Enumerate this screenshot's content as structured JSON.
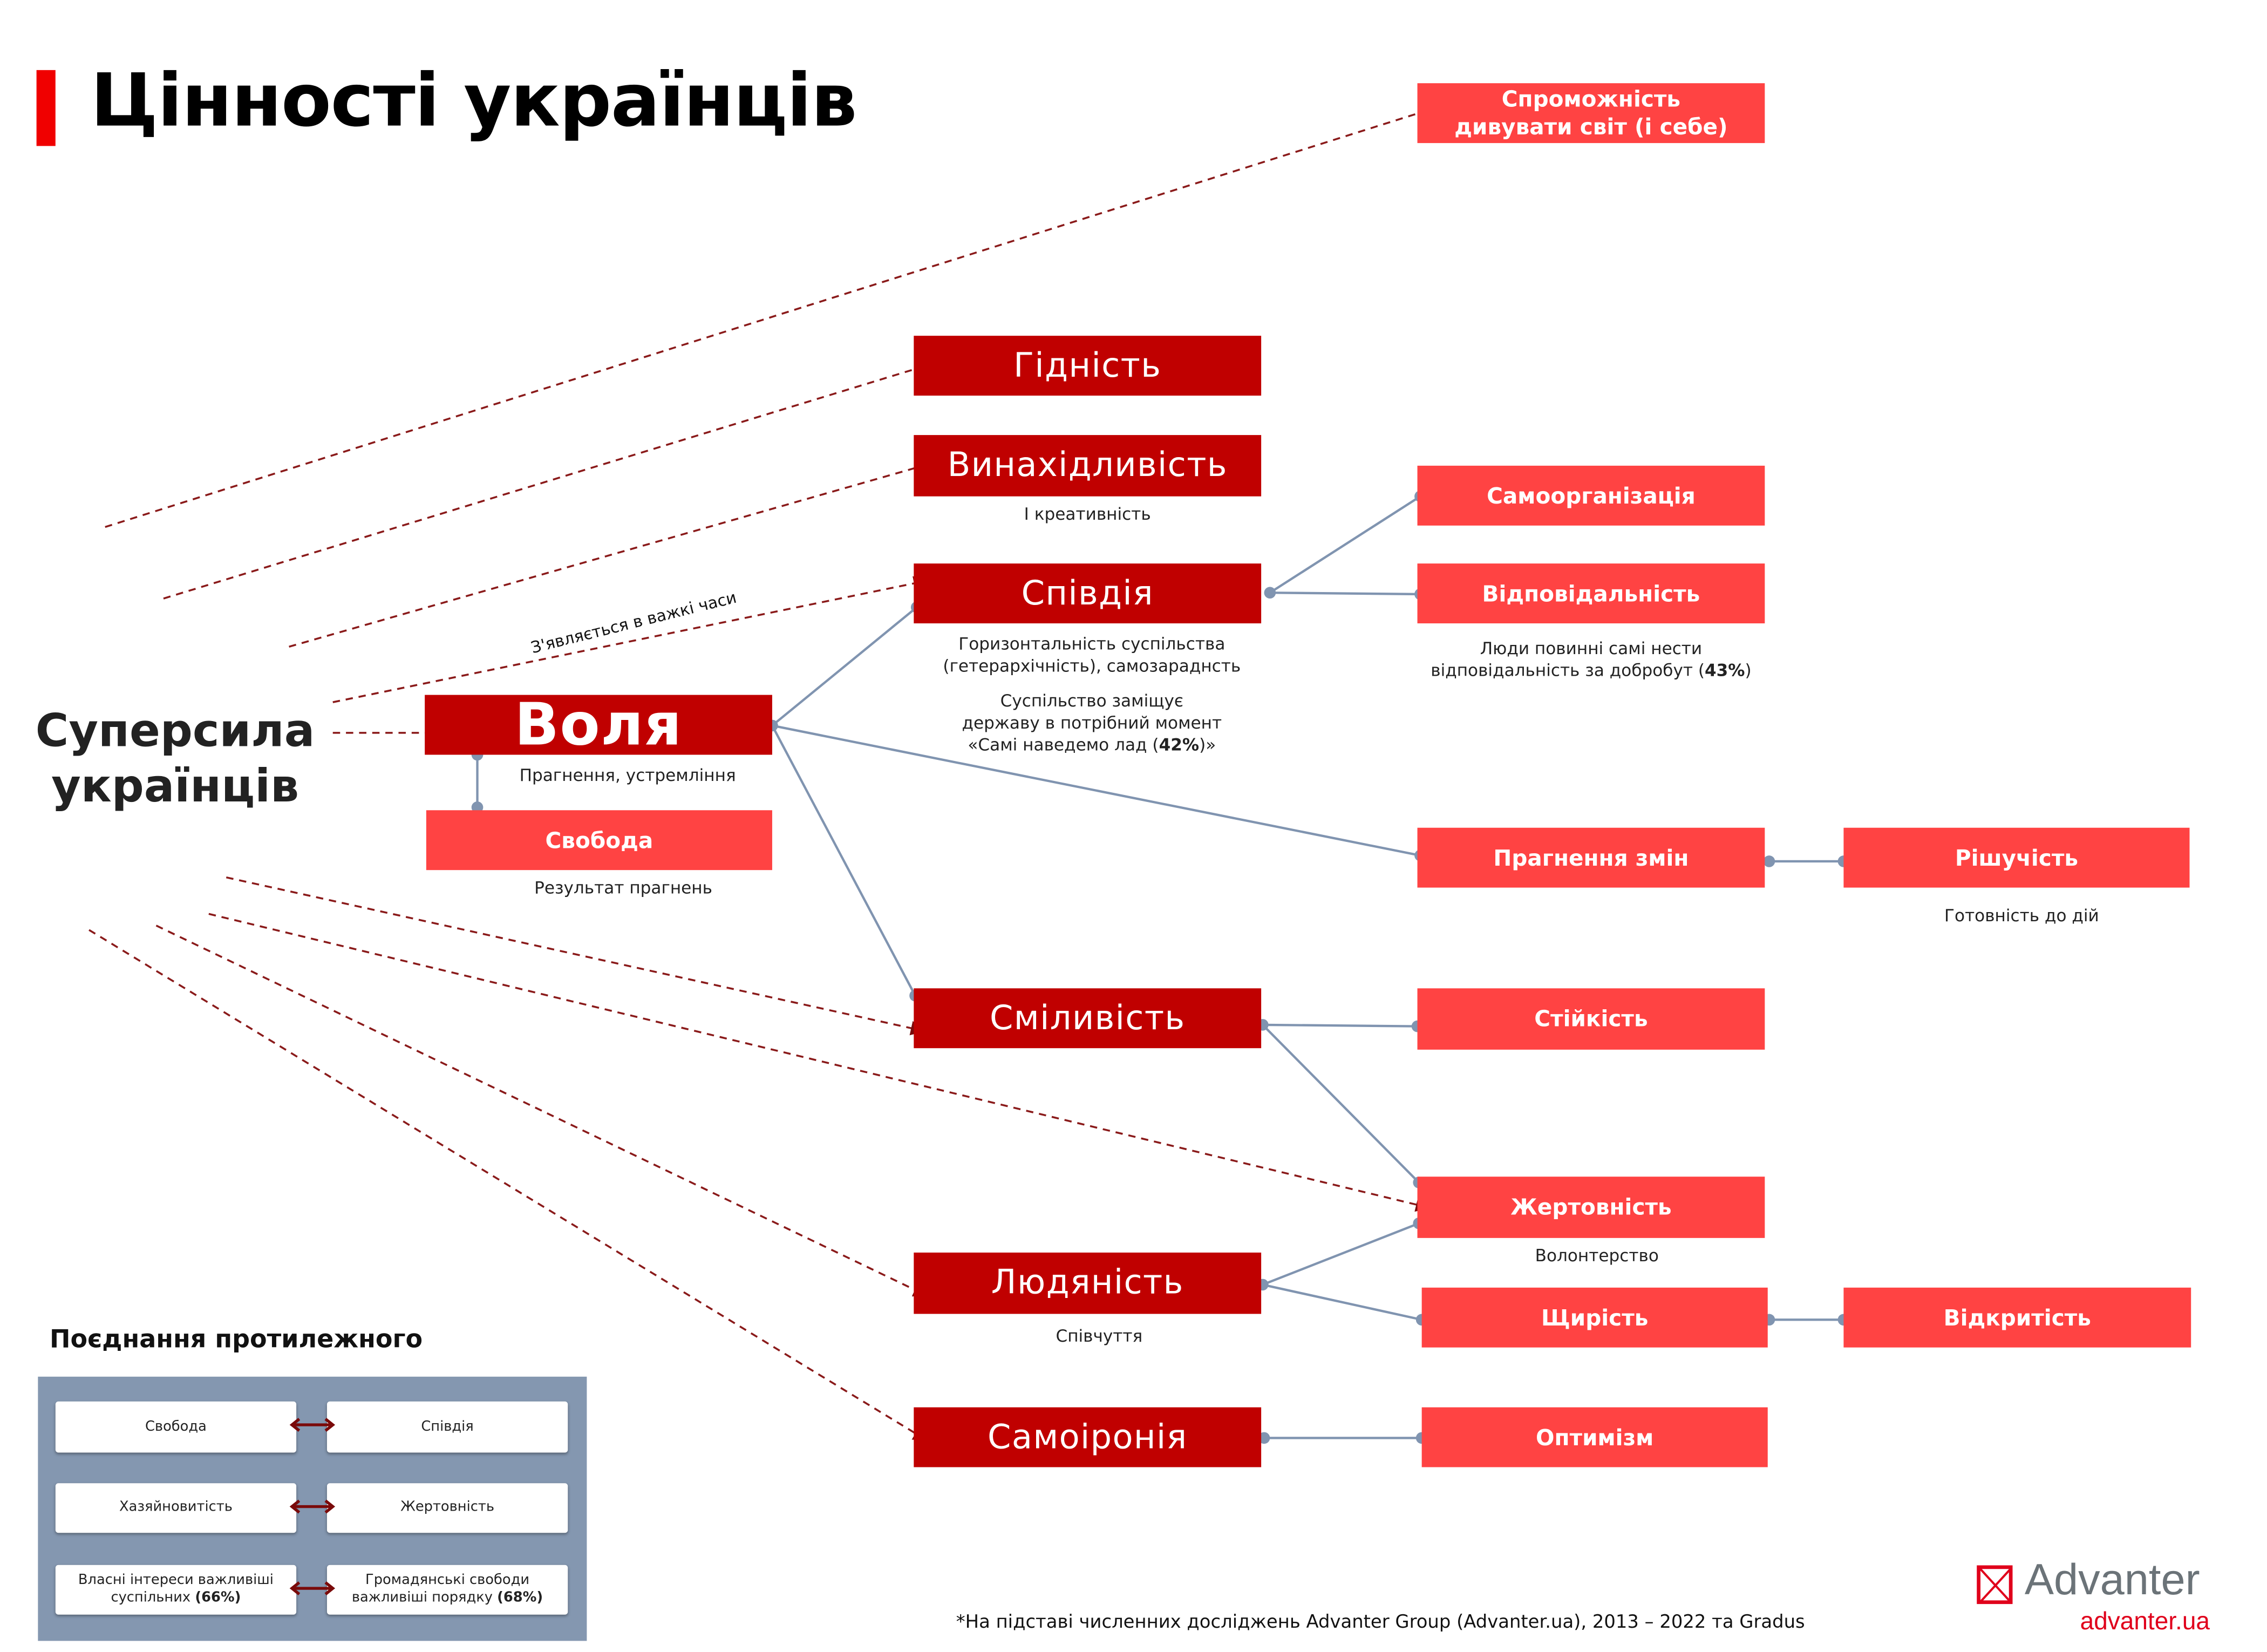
{
  "title": "Цінності українців",
  "superpower": {
    "line1": "Суперсила",
    "line2": "українців"
  },
  "arrow_label": "З'являється в важкі часи",
  "nodes": {
    "volya": {
      "label": "Воля",
      "sub": "Прагнення, устремління"
    },
    "svoboda": {
      "label": "Свобода",
      "sub": "Результат прагнень"
    },
    "spromozhnist": {
      "line1": "Спроможність",
      "line2": "дивувати світ (і себе)"
    },
    "gidnist": {
      "label": "Гідність"
    },
    "vynakhidlyvist": {
      "label": "Винахідливість",
      "sub": "І креативність"
    },
    "spivdiya": {
      "label": "Співдія",
      "sub1": "Горизонтальність суспільства",
      "sub2": "(гетерархічність), самозараднсть",
      "sub3": "Суспільство заміщує",
      "sub4": "державу в потрібний момент",
      "sub5": "«Самі наведемо лад (",
      "sub5_bold": "42%",
      "sub5_end": ")»"
    },
    "samoorganizatsiya": {
      "label": "Самоорганізація"
    },
    "vidpovidalnist": {
      "label": "Відповідальність",
      "sub1": "Люди повинні самі нести",
      "sub2": "відповідальність за добробут (",
      "sub2_bold": "43%",
      "sub2_end": ")"
    },
    "pragnennya_zmin": {
      "label": "Прагнення змін"
    },
    "rishuchist": {
      "label": "Рішучість",
      "sub": "Готовність до дій"
    },
    "smilyvist": {
      "label": "Сміливість"
    },
    "stiikist": {
      "label": "Стійкість"
    },
    "zhertovnist": {
      "label": "Жертовність",
      "sub": "Волонтерство"
    },
    "lyudyanist": {
      "label": "Людяність",
      "sub": "Співчуття"
    },
    "shchyrist": {
      "label": "Щирість"
    },
    "vidkrytist": {
      "label": "Відкритість"
    },
    "samoironiya": {
      "label": "Самоіронія"
    },
    "optymizm": {
      "label": "Оптимізм"
    }
  },
  "opposites": {
    "title": "Поєднання протилежного",
    "pairs": [
      {
        "left": "Свобода",
        "right": "Співдія"
      },
      {
        "left": "Хазяйновитість",
        "right": "Жертовність"
      },
      {
        "left": "Власні інтереси важливіші суспільних",
        "left_bold": "(66%)",
        "right": "Громадянські свободи важливіші порядку",
        "right_bold": "(68%)"
      }
    ]
  },
  "footnote": "*На підставі численних досліджень Advanter Group (Advanter.ua), 2013 – 2022 та Gradus",
  "logo": {
    "name": "Advanter",
    "url": "advanter.ua"
  },
  "colors": {
    "dark_red": "#C00000",
    "light_red": "#FF4343",
    "connector": "#8094B0",
    "panel": "#8497B0"
  }
}
